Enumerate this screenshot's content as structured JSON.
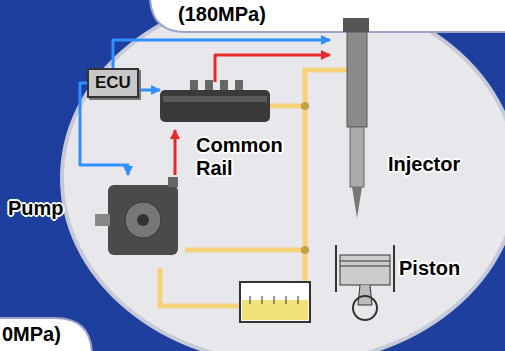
{
  "diagram": {
    "nodes": [
      {
        "text": [
          "ECU"
        ]
      },
      {
        "text": [
          "Injector"
        ]
      },
      {
        "text": [
          "Common Rail"
        ]
      },
      {
        "text": [
          "Pump"
        ]
      },
      {
        "text": [
          "Piston"
        ]
      }
    ],
    "edges": [
      {
        "from": 0,
        "to": 1,
        "arrow": "to"
      },
      {
        "from": 0,
        "to": 2,
        "arrow": "to"
      },
      {
        "from": 0,
        "to": 3,
        "arrow": "to"
      },
      {
        "from": 3,
        "to": 2,
        "arrow": "to"
      },
      {
        "from": 2,
        "to": 1,
        "arrow": "to"
      }
    ],
    "labels": [
      "(180MPa)",
      "0MPa)"
    ]
  }
}
